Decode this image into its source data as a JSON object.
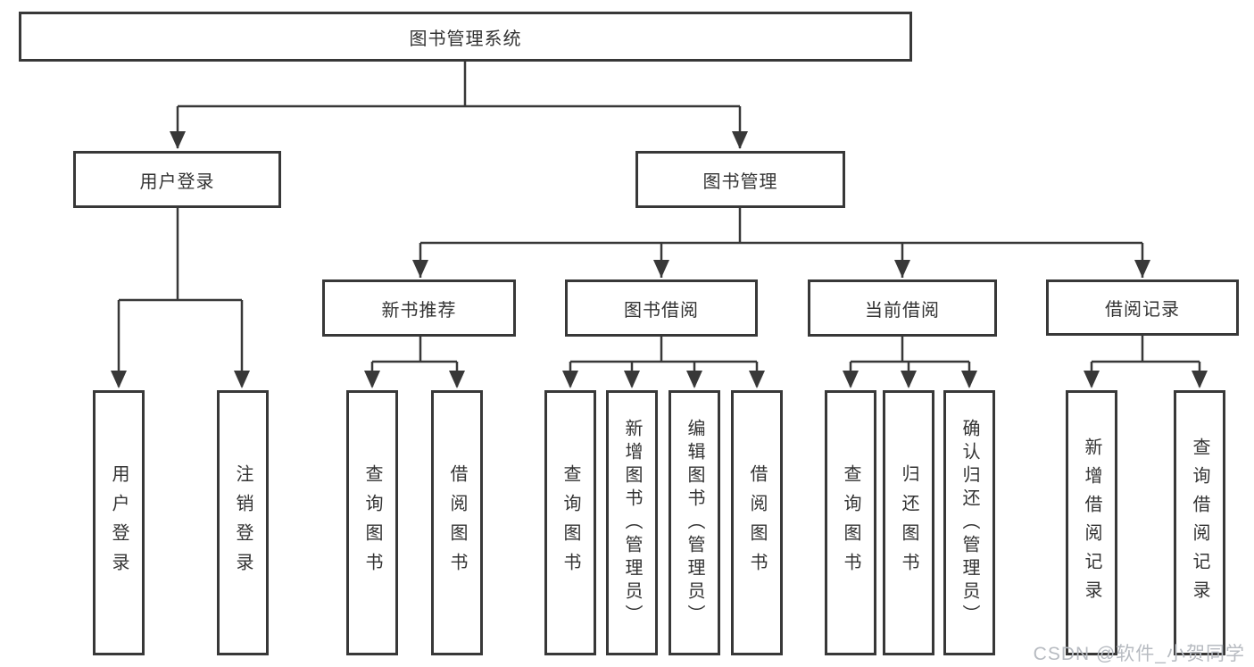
{
  "diagram_type": "hierarchy-tree",
  "tree": {
    "root": {
      "label": "图书管理系统"
    },
    "branches": [
      {
        "label": "用户登录",
        "children": [
          {
            "label": "用户登录"
          },
          {
            "label": "注销登录"
          }
        ]
      },
      {
        "label": "图书管理",
        "children": [
          {
            "label": "新书推荐",
            "children": [
              {
                "label": "查询图书"
              },
              {
                "label": "借阅图书"
              }
            ]
          },
          {
            "label": "图书借阅",
            "children": [
              {
                "label": "查询图书"
              },
              {
                "label": "新增图书（管理员）"
              },
              {
                "label": "编辑图书（管理员）"
              },
              {
                "label": "借阅图书"
              }
            ]
          },
          {
            "label": "当前借阅",
            "children": [
              {
                "label": "查询图书"
              },
              {
                "label": "归还图书"
              },
              {
                "label": "确认归还（管理员）"
              }
            ]
          },
          {
            "label": "借阅记录",
            "children": [
              {
                "label": "新增借阅记录"
              },
              {
                "label": "查询借阅记录"
              }
            ]
          }
        ]
      }
    ]
  },
  "watermark": {
    "text": "CSDN @软件_小贺同学",
    "color": "#b7bbc1"
  },
  "colors": {
    "line": "#383838",
    "box_border": "#383838",
    "box_fill": "#ffffff",
    "text": "#333333",
    "background": "#ffffff"
  }
}
